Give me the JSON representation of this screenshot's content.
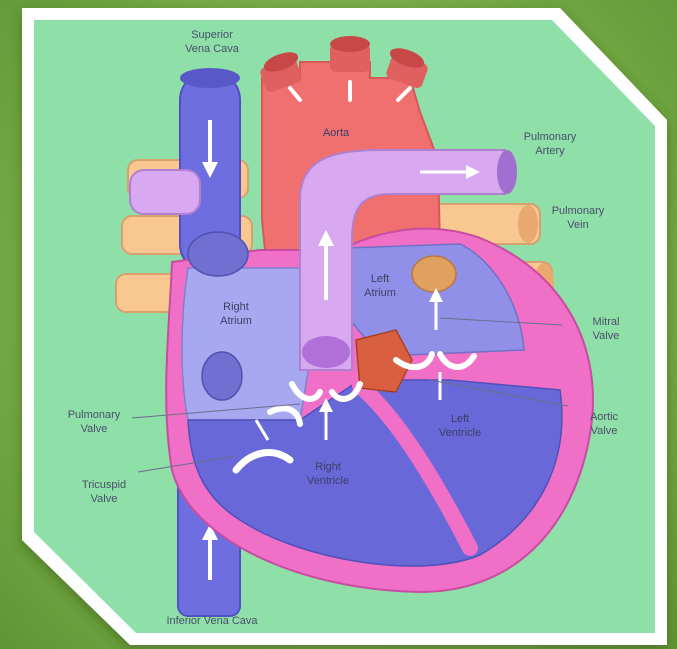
{
  "diagram": {
    "labels": {
      "superior_vena_cava_1": "Superior",
      "superior_vena_cava_2": "Vena Cava",
      "aorta": "Aorta",
      "pulmonary_artery_1": "Pulmonary",
      "pulmonary_artery_2": "Artery",
      "pulmonary_vein_1": "Pulmonary",
      "pulmonary_vein_2": "Vein",
      "left_atrium_1": "Left",
      "left_atrium_2": "Atrium",
      "right_atrium_1": "Right",
      "right_atrium_2": "Atrium",
      "mitral_valve_1": "Mitral",
      "mitral_valve_2": "Valve",
      "pulmonary_valve_1": "Pulmonary",
      "pulmonary_valve_2": "Valve",
      "aortic_valve_1": "Aortic",
      "aortic_valve_2": "Valve",
      "left_ventricle_1": "Left",
      "left_ventricle_2": "Ventricle",
      "tricuspid_valve_1": "Tricuspid",
      "tricuspid_valve_2": "Valve",
      "right_ventricle_1": "Right",
      "right_ventricle_2": "Ventricle",
      "inferior_vena_cava": "Inferior Vena Cava"
    },
    "colors": {
      "panel_background": "#8ee0a8",
      "panel_border": "#ffffff",
      "vena_cava": "#6e6ee0",
      "aorta": "#f07070",
      "pulmonary_artery": "#d8a8f0",
      "pulmonary_vein": "#f8c890",
      "heart_wall": "#f070c8",
      "right_chambers": "#a8a8f0",
      "ventricles": "#6868d8",
      "left_atrium": "#9090e8",
      "valves": "#ffffff",
      "frame_green": "#6fa83f"
    }
  }
}
